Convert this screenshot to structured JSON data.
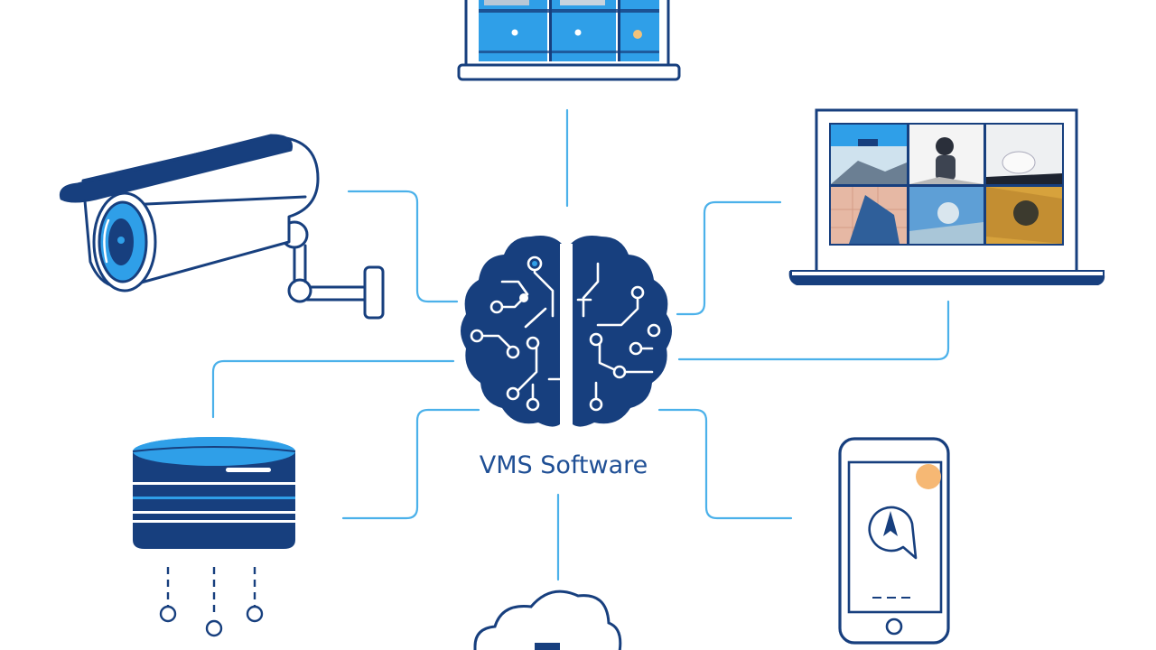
{
  "center": {
    "label": "VMS Software"
  },
  "colors": {
    "navy": "#173f7e",
    "blue": "#2f9fe8",
    "line": "#4bb1ea",
    "light": "#ffffff"
  },
  "nodes": [
    {
      "id": "cctv-camera",
      "icon": "cctv-camera-icon"
    },
    {
      "id": "monitor-top",
      "icon": "monitor-icon"
    },
    {
      "id": "laptop",
      "icon": "laptop-icon"
    },
    {
      "id": "storage-server",
      "icon": "database-server-icon"
    },
    {
      "id": "smartphone",
      "icon": "smartphone-icon"
    },
    {
      "id": "cloud",
      "icon": "cloud-icon"
    },
    {
      "id": "ai-brain",
      "icon": "circuit-brain-icon"
    }
  ]
}
